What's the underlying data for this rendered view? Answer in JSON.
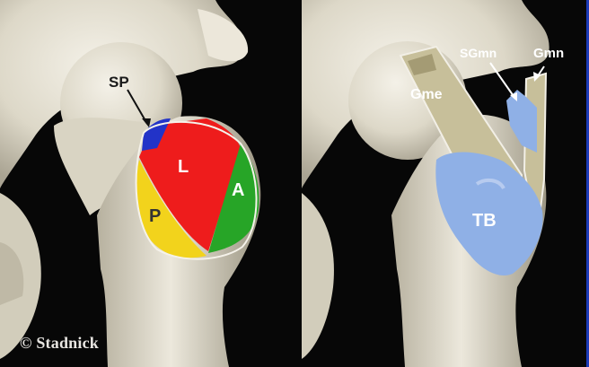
{
  "left_panel": {
    "labels": {
      "superoposterior": "SP",
      "lateral": "L",
      "anterior": "A",
      "posterior": "P"
    },
    "copyright": "© Stadnick"
  },
  "right_panel": {
    "labels": {
      "gluteus_medius": "Gme",
      "gluteus_minimus_superior": "SGmn",
      "gluteus_minimus": "Gmn",
      "trochanteric_bursa": "TB"
    }
  },
  "colors": {
    "lateral_facet": "#ee1c1c",
    "anterior_facet": "#27a527",
    "posterior_facet": "#f2d31c",
    "superoposterior_facet": "#2233c8",
    "bursa": "#8fb0e6",
    "tendon": "#c7bf9a",
    "bone": "#e3decf",
    "border": "#1c3bb8"
  }
}
